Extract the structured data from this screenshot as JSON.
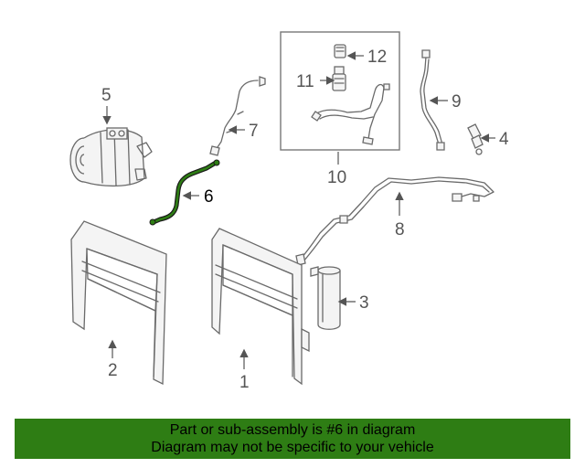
{
  "highlight_color": "#2e7d14",
  "highlighted_part": "6",
  "callouts": {
    "c1": "1",
    "c2": "2",
    "c3": "3",
    "c4": "4",
    "c5": "5",
    "c6": "6",
    "c7": "7",
    "c8": "8",
    "c9": "9",
    "c10": "10",
    "c11": "11",
    "c12": "12"
  },
  "banner": {
    "line1": "Part or sub-assembly is #6 in diagram",
    "line2": "Diagram may not be specific to your vehicle"
  }
}
